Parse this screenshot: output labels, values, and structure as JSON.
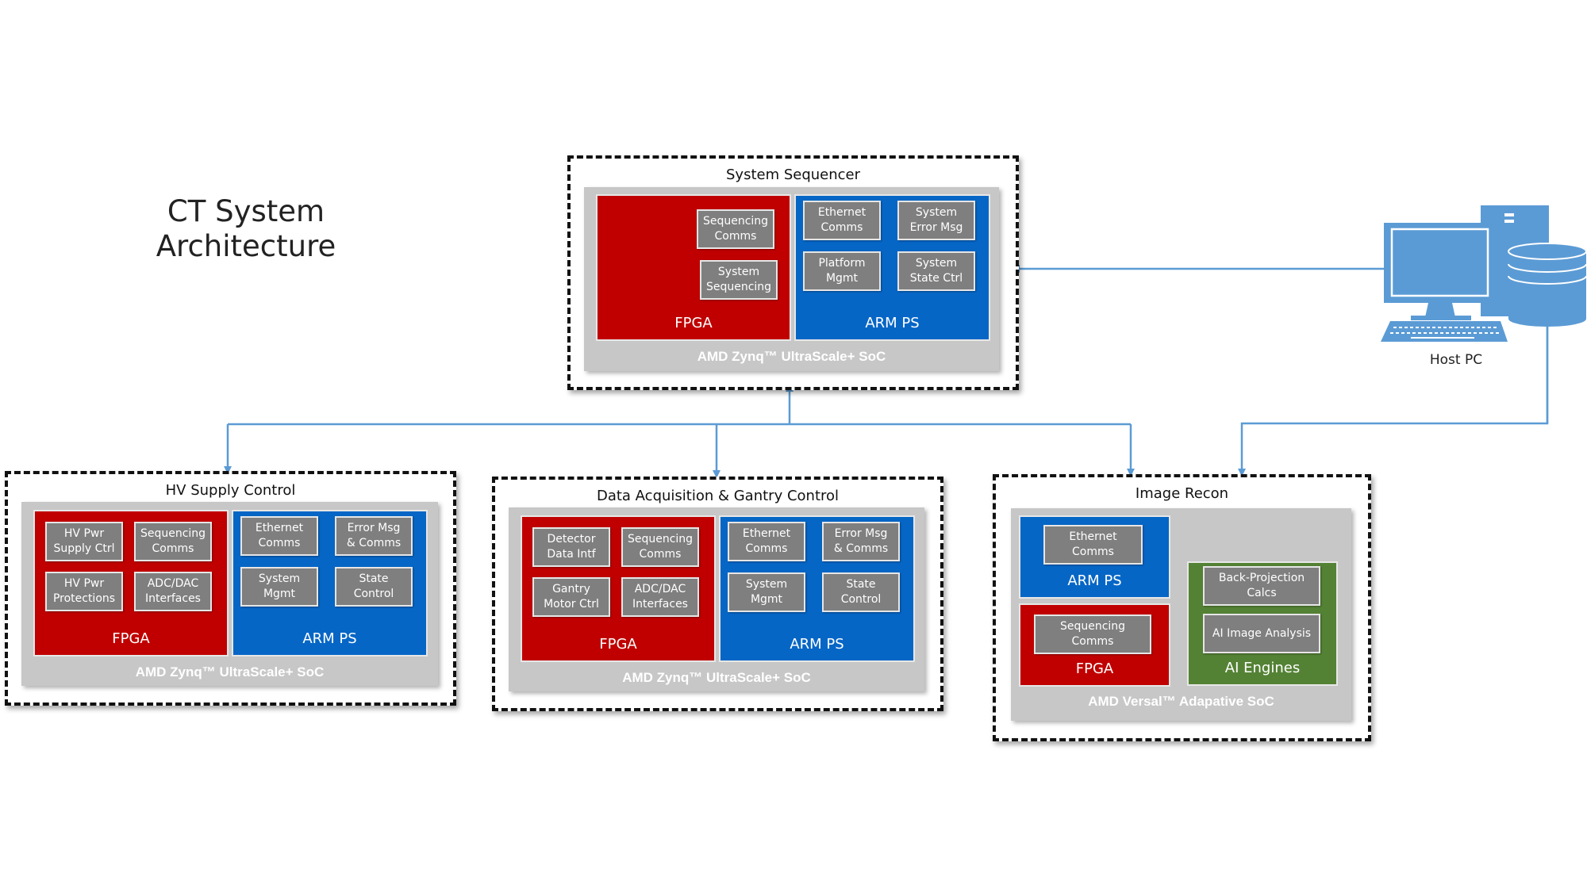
{
  "title": "CT System\nArchitecture",
  "colors": {
    "fpga": "#c00000",
    "arm": "#0666c6",
    "ai": "#548235",
    "module": "#7f7f7f",
    "soc": "#c7c7c7",
    "connector": "#5b9bd5"
  },
  "system_sequencer": {
    "label": "System Sequencer",
    "soc": "AMD Zynq™ UltraScale+ SoC",
    "fpga": {
      "label": "FPGA",
      "modules": [
        "Sequencing\nComms",
        "System\nSequencing"
      ]
    },
    "arm": {
      "label": "ARM PS",
      "modules": [
        "Ethernet\nComms",
        "System\nError Msg",
        "Platform\nMgmt",
        "System\nState Ctrl"
      ]
    }
  },
  "hv_supply": {
    "label": "HV Supply Control",
    "soc": "AMD Zynq™ UltraScale+ SoC",
    "fpga": {
      "label": "FPGA",
      "modules": [
        "HV Pwr\nSupply Ctrl",
        "Sequencing\nComms",
        "HV Pwr\nProtections",
        "ADC/DAC\nInterfaces"
      ]
    },
    "arm": {
      "label": "ARM PS",
      "modules": [
        "Ethernet\nComms",
        "Error Msg\n& Comms",
        "System\nMgmt",
        "State\nControl"
      ]
    }
  },
  "data_acq": {
    "label": "Data Acquisition & Gantry Control",
    "soc": "AMD Zynq™ UltraScale+ SoC",
    "fpga": {
      "label": "FPGA",
      "modules": [
        "Detector\nData Intf",
        "Sequencing\nComms",
        "Gantry\nMotor Ctrl",
        "ADC/DAC\nInterfaces"
      ]
    },
    "arm": {
      "label": "ARM PS",
      "modules": [
        "Ethernet\nComms",
        "Error Msg\n& Comms",
        "System\nMgmt",
        "State\nControl"
      ]
    }
  },
  "image_recon": {
    "label": "Image Recon",
    "soc": "AMD Versal™ Adapative SoC",
    "arm": {
      "label": "ARM PS",
      "modules": [
        "Ethernet\nComms"
      ]
    },
    "fpga": {
      "label": "FPGA",
      "modules": [
        "Sequencing\nComms"
      ]
    },
    "ai": {
      "label": "AI Engines",
      "modules": [
        "Back-Projection\nCalcs",
        "AI Image Analysis"
      ]
    }
  },
  "host": {
    "label": "Host PC",
    "icon": "desktop-computer-database-icon"
  }
}
